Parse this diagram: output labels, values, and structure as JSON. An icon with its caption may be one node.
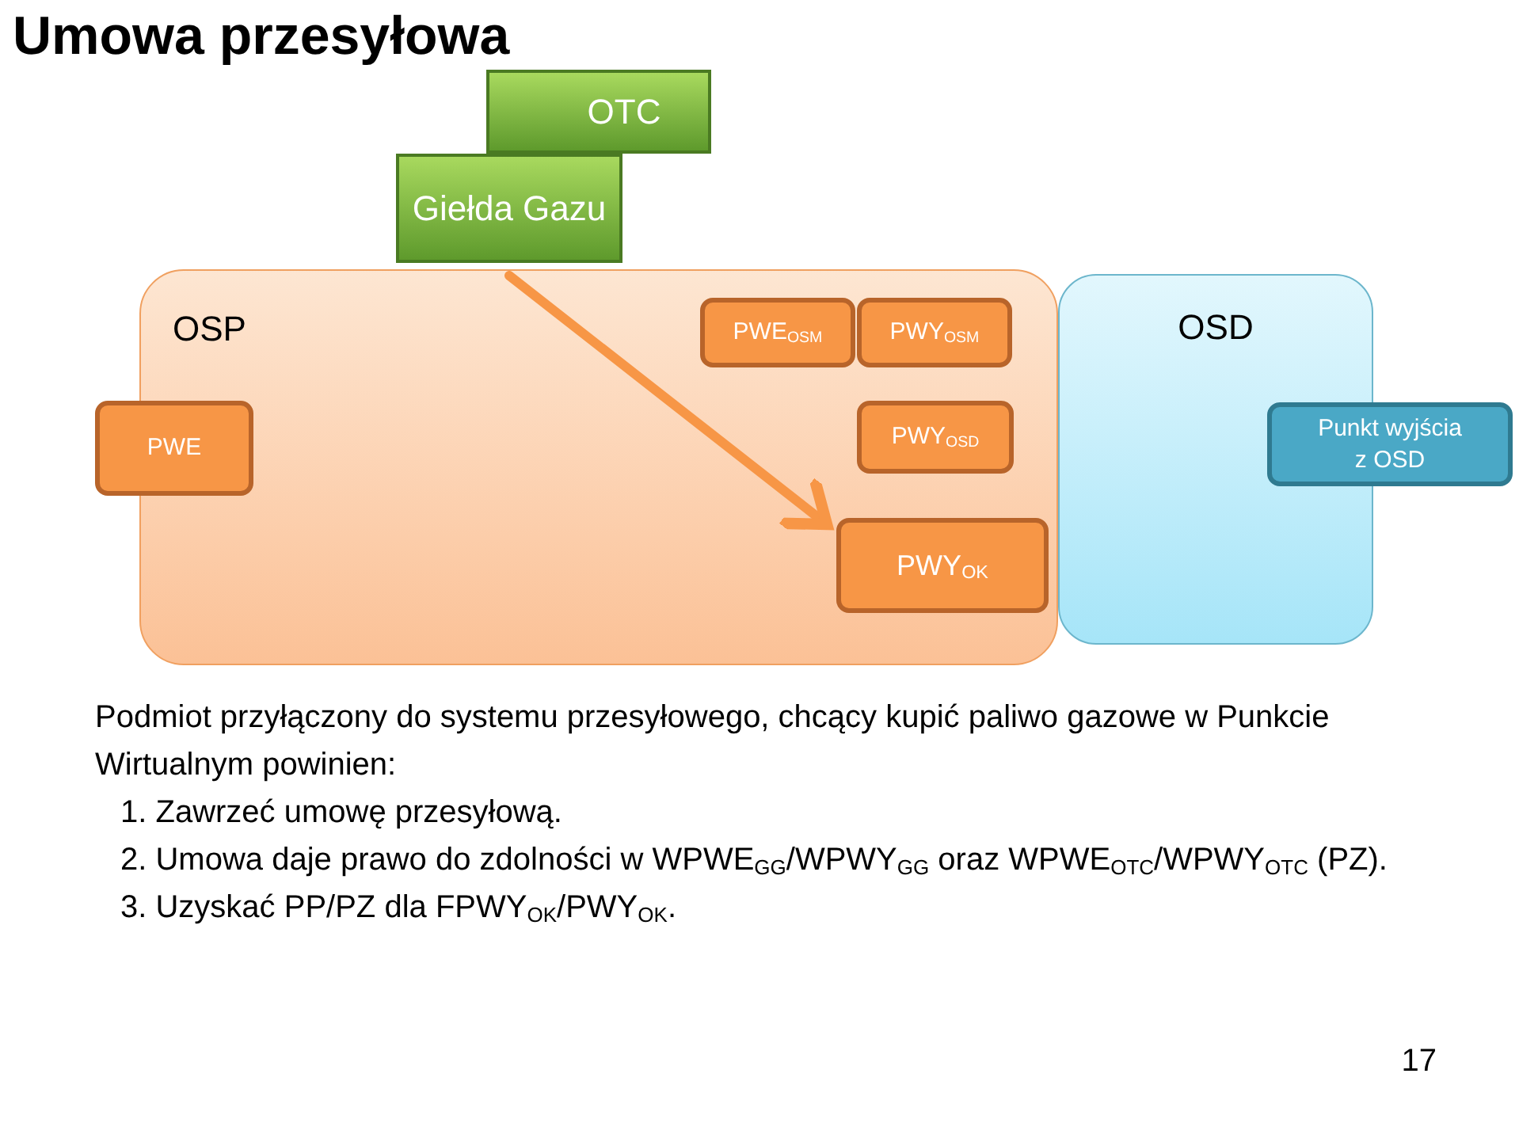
{
  "diagram": {
    "title": "Umowa przesyłowa",
    "nodes": [
      {
        "text": [
          "OTC"
        ]
      },
      {
        "text": [
          "Giełda Gazu"
        ]
      },
      {
        "text": [
          "OSP"
        ]
      },
      {
        "text": [
          "PWE$_{OSM}$"
        ],
        "in": 2
      },
      {
        "text": [
          "PWY$_{OSM}$"
        ],
        "in": 2
      },
      {
        "text": [
          "PWY$_{OSD}$"
        ],
        "in": 2
      },
      {
        "text": [
          "PWE"
        ]
      },
      {
        "text": [
          "PWY$_{OK}$"
        ],
        "in": 2
      },
      {
        "text": [
          "OSD"
        ]
      },
      {
        "text": [
          "Punkt wyjścia z OSD"
        ]
      }
    ],
    "edges": [
      {
        "from": 1,
        "to": 7,
        "arrow": "to"
      }
    ],
    "labels": [
      "Podmiot przyłączony do systemu przesyłowego, chcący kupić paliwo gazowe w Punkcie Wirtualnym powinien:",
      "1. Zawrzeć umowę przesyłową.",
      "2. Umowa daje prawo do zdolności w WPWE$_{GG}$/WPWY$_{GG}$ oraz WPWE$_{OTC}$/WPWY$_{OTC}$ (PZ).",
      "3. Uzyskać PP/PZ dla FPWY$_{OK}$/PWY$_{OK}$.",
      "17"
    ]
  }
}
